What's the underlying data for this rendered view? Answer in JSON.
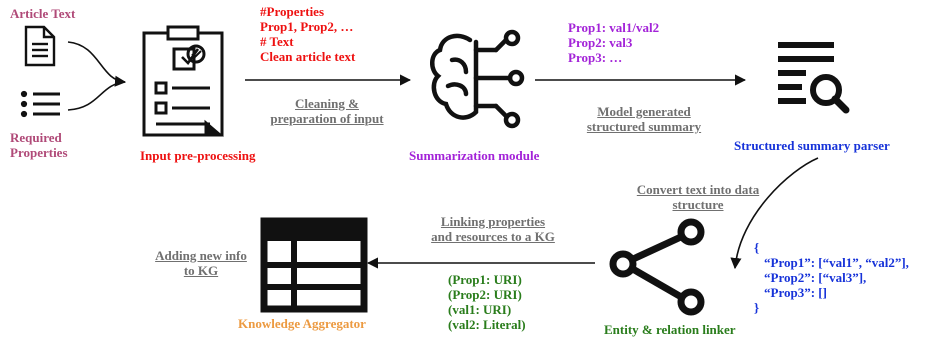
{
  "inputs": {
    "article_text": "Article Text",
    "required_properties": [
      "Required",
      "Properties"
    ]
  },
  "preprocessing": {
    "title": "Input pre-processing",
    "output_lines": [
      "#Properties",
      "Prop1, Prop2, …",
      "# Text",
      "Clean article text"
    ],
    "edge_label": [
      "Cleaning &",
      "preparation of input"
    ]
  },
  "summarization": {
    "title": "Summarization module",
    "output_lines": [
      "Prop1: val1/val2",
      "Prop2: val3",
      "Prop3: …"
    ],
    "edge_label": [
      "Model generated",
      "structured summary"
    ]
  },
  "parser": {
    "title": "Structured summary parser",
    "edge_label": [
      "Convert text into data",
      "structure"
    ],
    "json_lines": [
      "{",
      "“Prop1”: [“val1”, “val2”],",
      "“Prop2”: [“val3”],",
      "“Prop3”: []",
      "}"
    ]
  },
  "linker": {
    "title": "Entity & relation linker",
    "edge_label": [
      "Linking properties",
      "and resources to a KG"
    ],
    "output_lines": [
      "(Prop1: URI)",
      "(Prop2: URI)",
      "(val1: URI)",
      "(val2: Literal)"
    ]
  },
  "aggregator": {
    "title": "Knowledge Aggregator",
    "edge_label": [
      "Adding new info",
      "to KG"
    ]
  },
  "colors": {
    "pink": "#b04a78",
    "red": "#ee1111",
    "purple": "#a323d8",
    "blue": "#1733d9",
    "green": "#2a7d1c",
    "orange": "#ec9a41",
    "gray": "#707070",
    "icon": "#111111"
  },
  "icons": [
    "document-icon",
    "list-icon",
    "clipboard-checklist-icon",
    "brain-circuit-icon",
    "search-list-icon",
    "share-icon",
    "table-icon"
  ]
}
